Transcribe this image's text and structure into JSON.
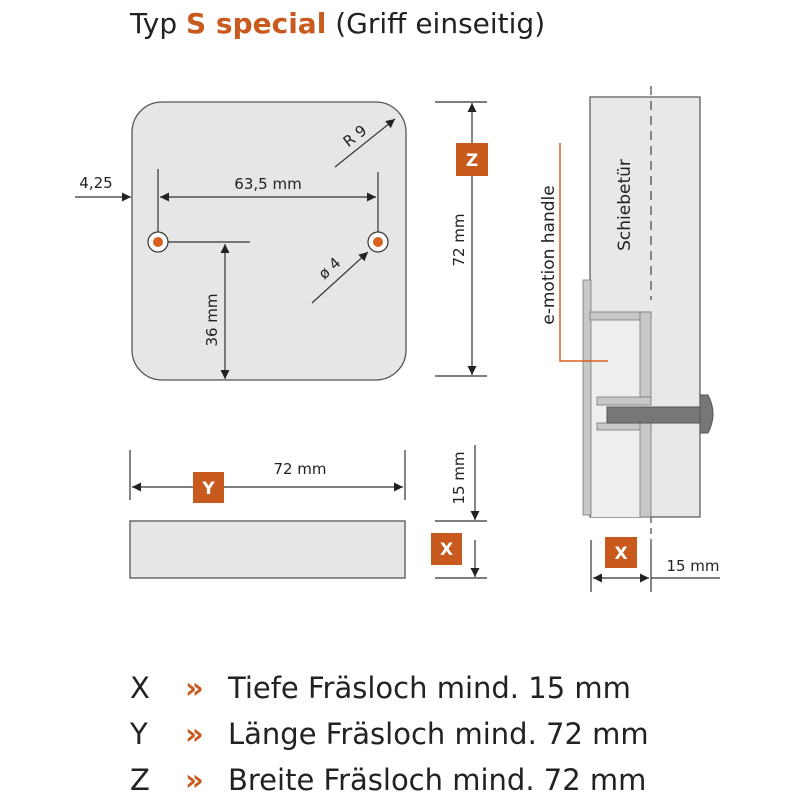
{
  "title": {
    "prefix": "Typ",
    "highlight": "S special",
    "suffix": "(Griff einseitig)"
  },
  "colors": {
    "accent": "#c85a1e",
    "part_fill": "#e6e6e6",
    "outline": "#555555"
  },
  "top_view": {
    "offset_label": "4,25",
    "hole_spacing_label": "63,5 mm",
    "radius_label": "R 9",
    "hole_diameter_label": "ø 4",
    "hole_height_label": "36 mm",
    "height_label": "72 mm",
    "z_badge": "Z"
  },
  "front_view": {
    "length_label": "72 mm",
    "y_badge": "Y",
    "depth_label": "15 mm",
    "x_badge": "X"
  },
  "side_view": {
    "door_label": "Schiebetür",
    "handle_label": "e-motion handle",
    "x_badge": "X",
    "depth_label": "15 mm"
  },
  "legend": [
    {
      "letter": "X",
      "marker": "»",
      "text": "Tiefe Fräsloch mind. 15 mm"
    },
    {
      "letter": "Y",
      "marker": "»",
      "text": "Länge Fräsloch mind. 72 mm"
    },
    {
      "letter": "Z",
      "marker": "»",
      "text": "Breite Fräsloch mind. 72 mm"
    }
  ]
}
